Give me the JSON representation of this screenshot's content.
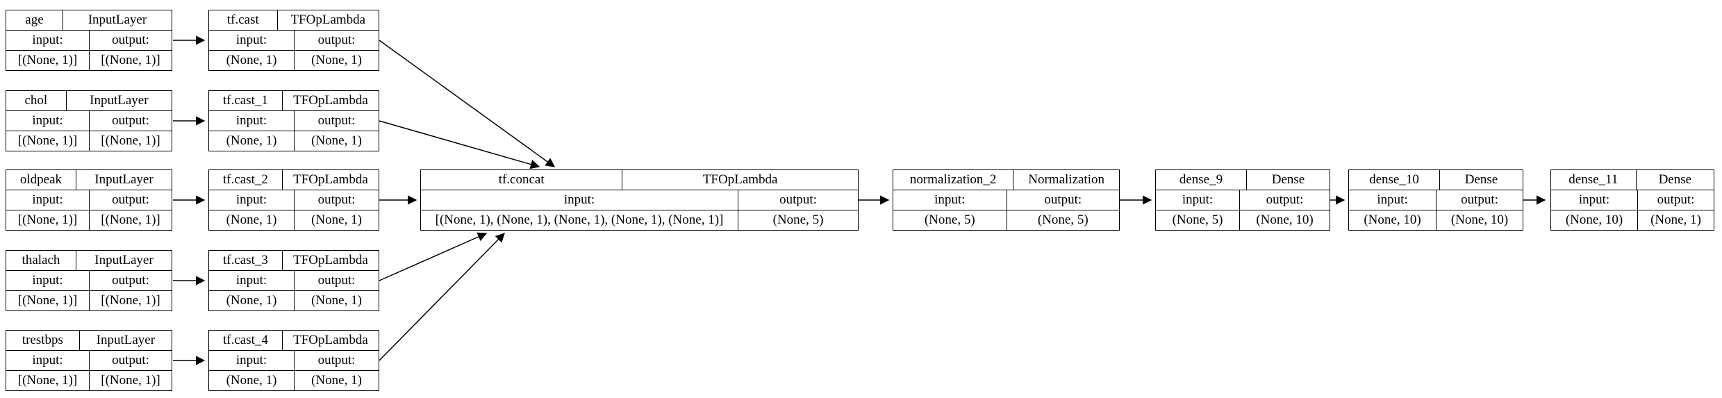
{
  "diagram": {
    "type": "keras-model-plot"
  },
  "labels": {
    "input": "input:",
    "output": "output:"
  },
  "nodes": [
    {
      "id": "age",
      "name": "age",
      "class": "InputLayer",
      "input": "[(None, 1)]",
      "output": "[(None, 1)]"
    },
    {
      "id": "chol",
      "name": "chol",
      "class": "InputLayer",
      "input": "[(None, 1)]",
      "output": "[(None, 1)]"
    },
    {
      "id": "oldpeak",
      "name": "oldpeak",
      "class": "InputLayer",
      "input": "[(None, 1)]",
      "output": "[(None, 1)]"
    },
    {
      "id": "thalach",
      "name": "thalach",
      "class": "InputLayer",
      "input": "[(None, 1)]",
      "output": "[(None, 1)]"
    },
    {
      "id": "trestbps",
      "name": "trestbps",
      "class": "InputLayer",
      "input": "[(None, 1)]",
      "output": "[(None, 1)]"
    },
    {
      "id": "tf.cast",
      "name": "tf.cast",
      "class": "TFOpLambda",
      "input": "(None, 1)",
      "output": "(None, 1)"
    },
    {
      "id": "tf.cast_1",
      "name": "tf.cast_1",
      "class": "TFOpLambda",
      "input": "(None, 1)",
      "output": "(None, 1)"
    },
    {
      "id": "tf.cast_2",
      "name": "tf.cast_2",
      "class": "TFOpLambda",
      "input": "(None, 1)",
      "output": "(None, 1)"
    },
    {
      "id": "tf.cast_3",
      "name": "tf.cast_3",
      "class": "TFOpLambda",
      "input": "(None, 1)",
      "output": "(None, 1)"
    },
    {
      "id": "tf.cast_4",
      "name": "tf.cast_4",
      "class": "TFOpLambda",
      "input": "(None, 1)",
      "output": "(None, 1)"
    },
    {
      "id": "tf.concat",
      "name": "tf.concat",
      "class": "TFOpLambda",
      "input": "[(None, 1), (None, 1), (None, 1), (None, 1), (None, 1)]",
      "output": "(None, 5)"
    },
    {
      "id": "normalization_2",
      "name": "normalization_2",
      "class": "Normalization",
      "input": "(None, 5)",
      "output": "(None, 5)"
    },
    {
      "id": "dense_9",
      "name": "dense_9",
      "class": "Dense",
      "input": "(None, 5)",
      "output": "(None, 10)"
    },
    {
      "id": "dense_10",
      "name": "dense_10",
      "class": "Dense",
      "input": "(None, 10)",
      "output": "(None, 10)"
    },
    {
      "id": "dense_11",
      "name": "dense_11",
      "class": "Dense",
      "input": "(None, 10)",
      "output": "(None, 1)"
    }
  ],
  "edges": [
    {
      "from": "age",
      "to": "tf.cast"
    },
    {
      "from": "chol",
      "to": "tf.cast_1"
    },
    {
      "from": "oldpeak",
      "to": "tf.cast_2"
    },
    {
      "from": "thalach",
      "to": "tf.cast_3"
    },
    {
      "from": "trestbps",
      "to": "tf.cast_4"
    },
    {
      "from": "tf.cast",
      "to": "tf.concat"
    },
    {
      "from": "tf.cast_1",
      "to": "tf.concat"
    },
    {
      "from": "tf.cast_2",
      "to": "tf.concat"
    },
    {
      "from": "tf.cast_3",
      "to": "tf.concat"
    },
    {
      "from": "tf.cast_4",
      "to": "tf.concat"
    },
    {
      "from": "tf.concat",
      "to": "normalization_2"
    },
    {
      "from": "normalization_2",
      "to": "dense_9"
    },
    {
      "from": "dense_9",
      "to": "dense_10"
    },
    {
      "from": "dense_10",
      "to": "dense_11"
    }
  ],
  "colors": {
    "background": "#ffffff",
    "border": "#000000",
    "text": "#000000"
  }
}
